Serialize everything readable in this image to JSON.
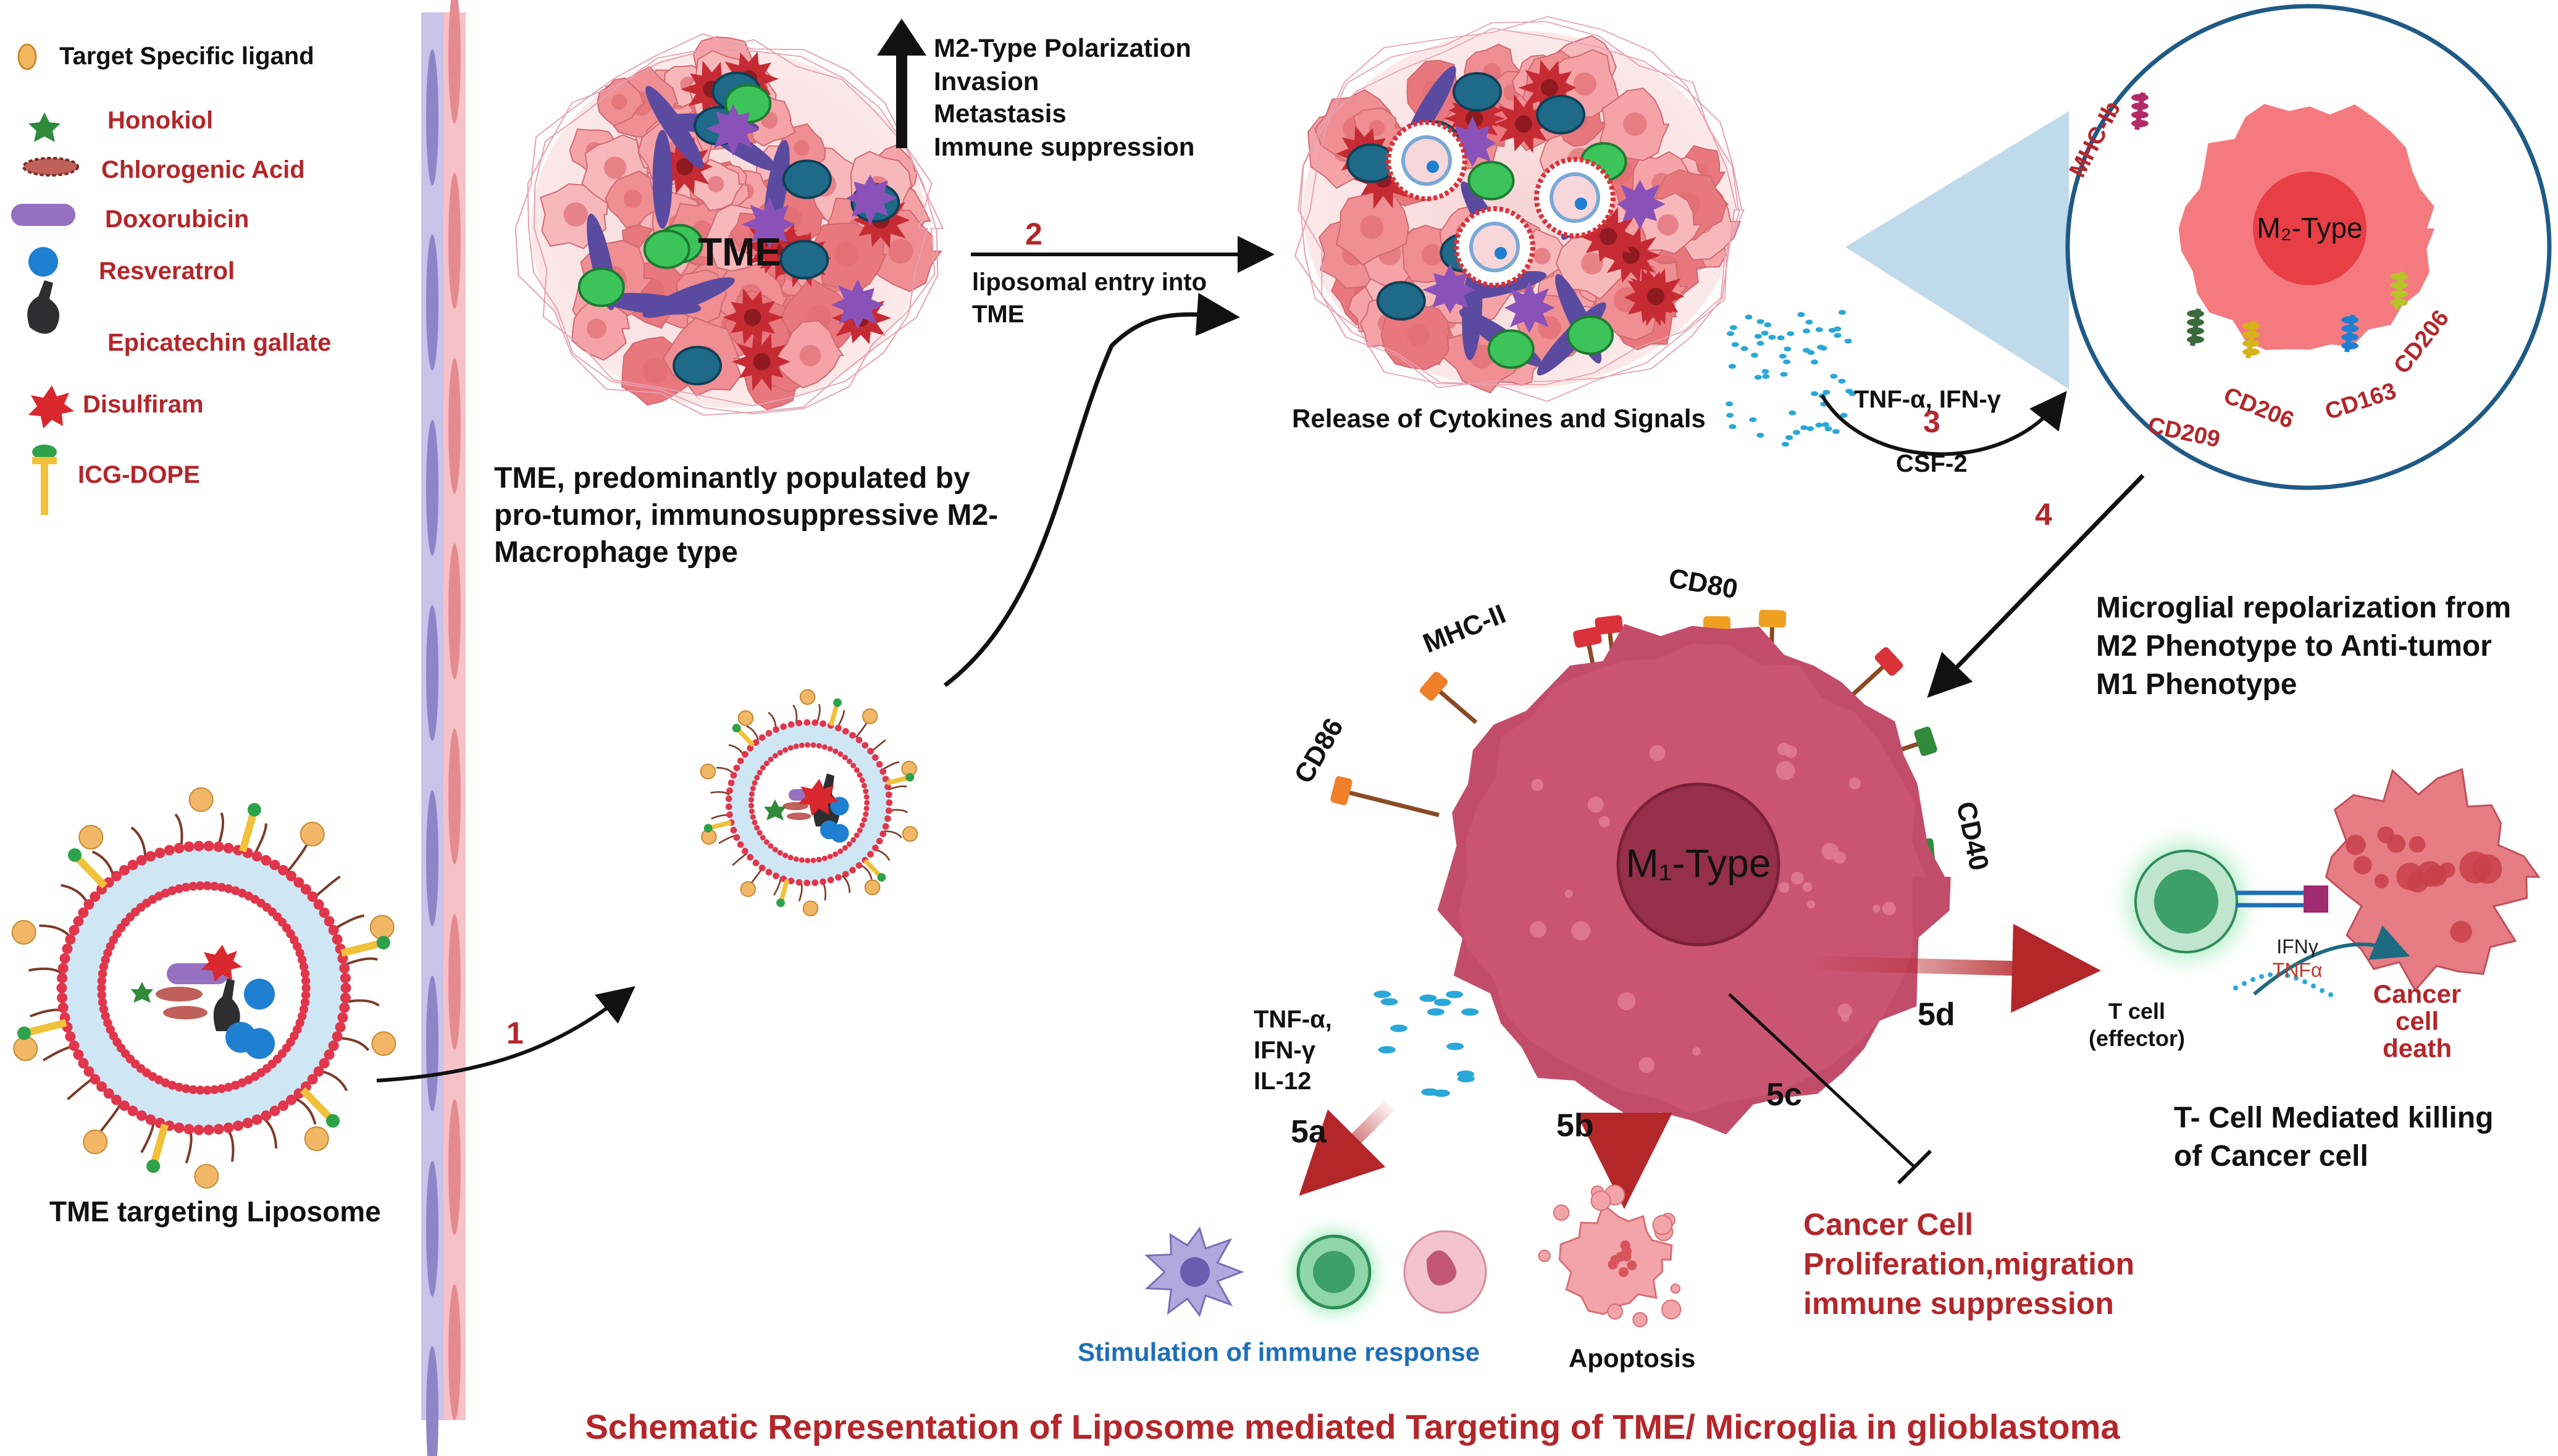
{
  "colors": {
    "accent_red": "#b3262a",
    "text_black": "#111111",
    "text_blue": "#1f6fb8",
    "m2_cell": "#f47a7f",
    "m1_cell": "#c24d6a",
    "vessel_left": "#b9b2e0",
    "vessel_right": "#f3b6bb",
    "arrow_black": "#111111",
    "arrow_red": "#b3262a"
  },
  "legend": {
    "title": "Target Specific ligand",
    "items": [
      {
        "label": "Honokiol",
        "icon": "green-star-icon"
      },
      {
        "label": "Chlorogenic Acid",
        "icon": "brown-spiky-ellipse-icon"
      },
      {
        "label": "Doxorubicin",
        "icon": "purple-capsule-icon"
      },
      {
        "label": "Resveratrol",
        "icon": "blue-circle-icon"
      },
      {
        "label": "Epicatechin gallate",
        "icon": "dark-molecule-icon"
      },
      {
        "label": "Disulfiram",
        "icon": "red-star-icon"
      },
      {
        "label": "ICG-DOPE",
        "icon": "yellow-stalk-icon"
      }
    ]
  },
  "liposome": {
    "label": "TME targeting  Liposome"
  },
  "tme": {
    "label": "TME",
    "caption": [
      "TME, predominantly populated by",
      "pro-tumor, immunosuppressive M2-",
      "Macrophage type"
    ],
    "effects": [
      "M2-Type Polarization",
      "Invasion",
      "Metastasis",
      "Immune suppression"
    ]
  },
  "steps": {
    "s1": "1",
    "s2": "2",
    "s2_text": [
      "liposomal entry into",
      "TME"
    ],
    "s3": "3",
    "s3_top": "TNF-α, IFN-γ",
    "s3_bottom": "CSF-2",
    "s4": "4",
    "s4_text": [
      "Microglial repolarization from",
      "M2 Phenotype to Anti-tumor",
      "M1 Phenotype"
    ]
  },
  "release_label": "Release of Cytokines and Signals",
  "m2_cell": {
    "label": "M₂-Type",
    "markers": [
      "MHC-Ib",
      "CD209",
      "CD206",
      "CD163",
      "CD206"
    ]
  },
  "m1_cell": {
    "label": "M₁-Type",
    "markers": [
      "MHC-II",
      "CD80",
      "CD86",
      "CD40"
    ]
  },
  "outcomes": {
    "a_label": "5a",
    "a_cytokines": [
      "TNF-α,",
      "IFN-γ",
      "IL-12"
    ],
    "a_text": "Stimulation of immune response",
    "b_label": "5b",
    "b_text": "Apoptosis",
    "c_label": "5c",
    "c_text": [
      "Cancer Cell",
      "Proliferation,migration",
      "immune suppression"
    ],
    "d_label": "5d",
    "d_text": [
      "T- Cell Mediated killing",
      "of Cancer cell"
    ],
    "tcell": [
      "T cell",
      "(effector)"
    ],
    "ifn": "IFNγ",
    "tnf": "TNFα",
    "death": [
      "Cancer",
      "cell",
      "death"
    ]
  },
  "footer": {
    "title": "Schematic Representation of Liposome mediated Targeting of TME/ Microglia in glioblastoma"
  }
}
